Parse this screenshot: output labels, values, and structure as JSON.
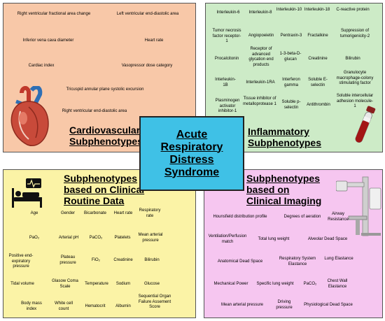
{
  "center_title": [
    "Acute",
    "Respiratory",
    "Distress",
    "Syndrome"
  ],
  "cardiovascular": {
    "heading": [
      "Cardiovascular",
      "Subphenotypes"
    ],
    "items": [
      "Right ventricular fractional area change",
      "Left ventricular end-diastolic area",
      "Inferior vena cava diameter",
      "Heart rate",
      "Cardiac index",
      "Vasopressor dose category",
      "Tricuspid annular plane systolic excursion",
      "Right ventricular end-diastolic area"
    ]
  },
  "inflammatory": {
    "heading": [
      "Inflammatory",
      "Subphenotypes"
    ],
    "items": [
      "Interleukin-6",
      "Interleukin-8",
      "Interleukin-10",
      "Interleukin-18",
      "C-reactive protein",
      "Tumor necrosis factor receptor-1",
      "Angiopoeietin",
      "Pentraxin-3",
      "Fractalkine",
      "Suppression of tumorigenicity-2",
      "Procalcitonin",
      "Receptor of advanced glycation end products",
      "1-3-beta-D-glucan",
      "Creatinine",
      "Bilirubin",
      "Interleukin-1B",
      "Interleukin-1RA",
      "Interferon gamma",
      "Soluble E-selectin",
      "Granulocyte macrophage-colony stimulating factor",
      "Plasminogen activator inhibitor-1",
      "Tissue inhibitor of metalloprotease 1",
      "Soluble p-selectin",
      "Antithrombin",
      "Soluble intercellular adhesion molecule-1"
    ]
  },
  "routine": {
    "heading": [
      "Subphenotypes",
      "based on Clinical",
      "Routine Data"
    ],
    "items": [
      "Age",
      "Gender",
      "Bicarbonate",
      "Heart rate",
      "Respiratory rate",
      "PaO₂",
      "Arterial pH",
      "PaCO₂",
      "Platelets",
      "Mean arterial pressure",
      "Positive end-expiratory pressure",
      "Plateau pressure",
      "FiO₂",
      "Creatinine",
      "Bilirubin",
      "Tidal volume",
      "Glasow Coma Scale",
      "Temperature",
      "Sodium",
      "Glucose",
      "Body mass index",
      "White cell count",
      "Hematocrit",
      "Albumin",
      "Sequential Organ Failure Assement Score"
    ]
  },
  "imaging": {
    "heading": [
      "Subphenotypes",
      "based on",
      "Clinical Imaging"
    ],
    "items": [
      "Hounsfield distribution profile",
      "Degrees of aeration",
      "Airway Resistance",
      "Ventilation/Perfusion match",
      "Total lung weight",
      "Alveolar Dead Space",
      "Anatomical Dead Space",
      "Respiratory System Elastance",
      "Lung Elastance",
      "Mechanical Power",
      "Specific lung weight",
      "PaCO₂",
      "Chest Wall Elastance",
      "Mean arterial pressure",
      "Driving pressure",
      "Physiological Dead Space"
    ]
  },
  "icons": {
    "heart": "heart-icon",
    "blood_tube": "blood-tube-icon",
    "patient_bed": "patient-monitor-bed-icon",
    "imaging_scanner": "imaging-scanner-icon"
  },
  "colors": {
    "cardiovascular": "#f8c8a8",
    "inflammatory": "#cdebc7",
    "routine": "#fbf3a6",
    "imaging": "#f6c6f0",
    "center": "#3fc1e6"
  }
}
